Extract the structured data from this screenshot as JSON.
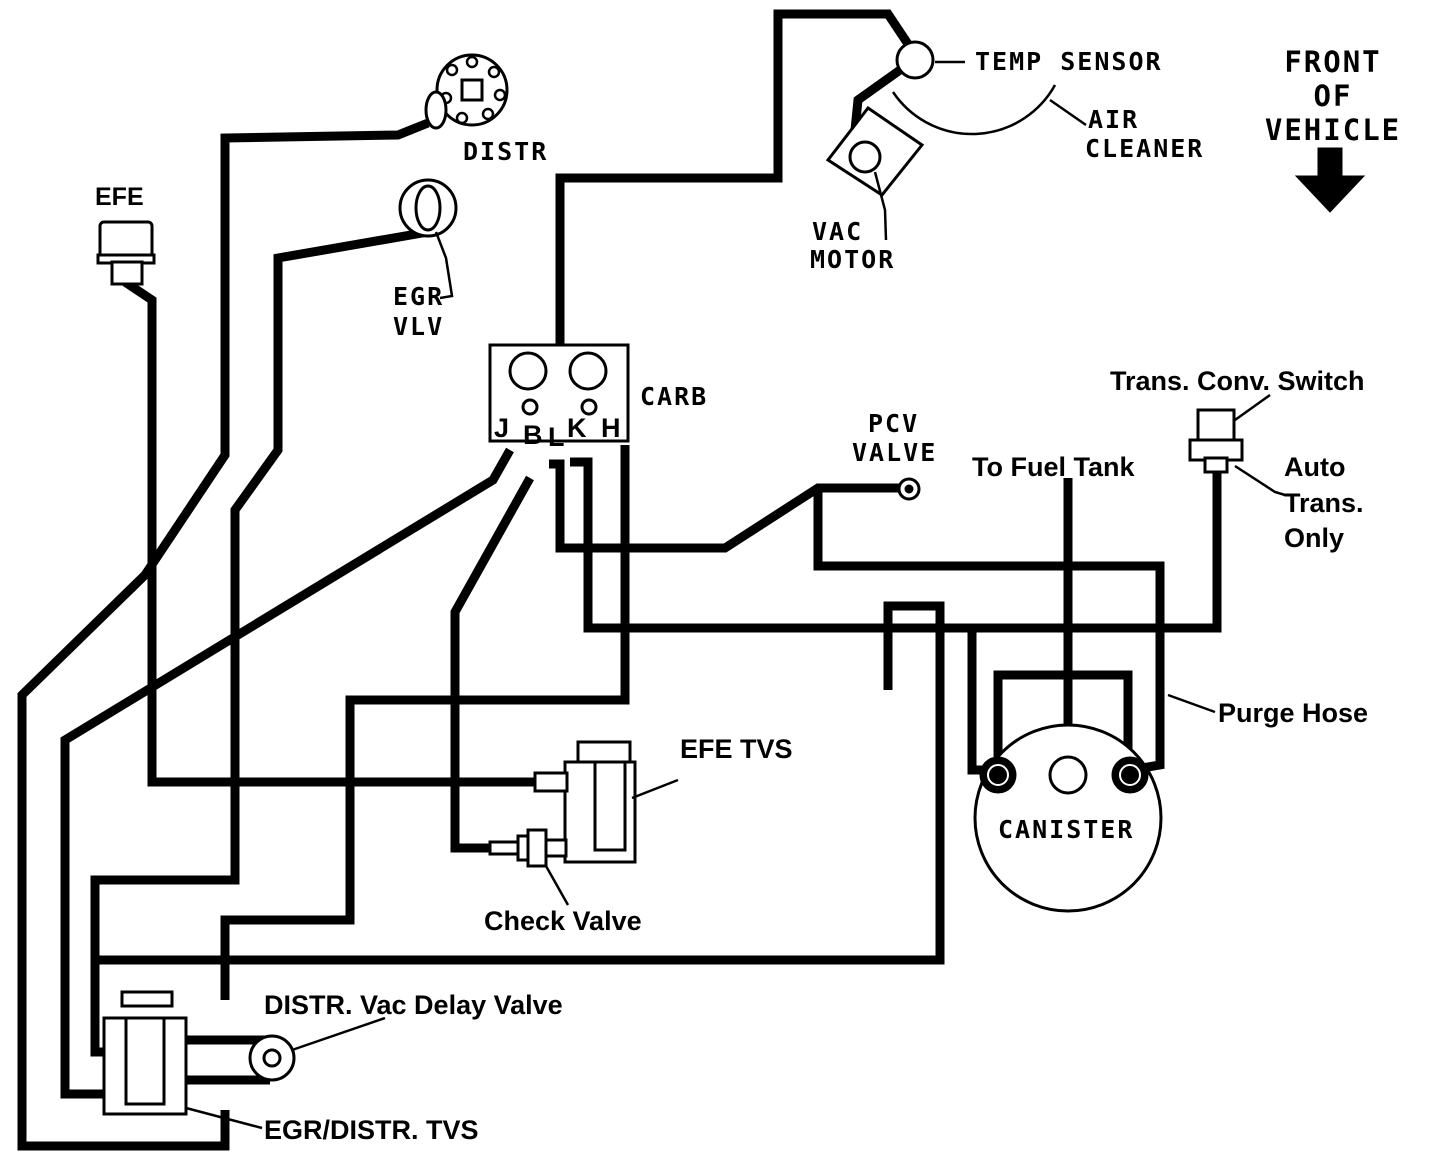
{
  "labels": {
    "temp_sensor": "TEMP SENSOR",
    "air_cleaner": [
      "AIR",
      "CLEANER"
    ],
    "front_of_vehicle": [
      "FRONT",
      "OF",
      "VEHICLE"
    ],
    "distr": "DISTR",
    "efe": "EFE",
    "egr_vlv": [
      "EGR",
      "VLV"
    ],
    "vac_motor": [
      "VAC",
      "MOTOR"
    ],
    "carb": "CARB",
    "carb_ports": [
      "J",
      "B",
      "L",
      "K",
      "H"
    ],
    "pcv_valve": [
      "PCV",
      "VALVE"
    ],
    "to_fuel_tank": "To Fuel Tank",
    "trans_conv_switch": "Trans. Conv. Switch",
    "auto_trans_only": [
      "Auto",
      "Trans.",
      "Only"
    ],
    "purge_hose": "Purge Hose",
    "efe_tvs": "EFE TVS",
    "check_valve": "Check Valve",
    "canister": "CANISTER",
    "distr_vac_delay_valve": "DISTR. Vac Delay Valve",
    "egr_distr_tvs": "EGR/DISTR. TVS"
  }
}
